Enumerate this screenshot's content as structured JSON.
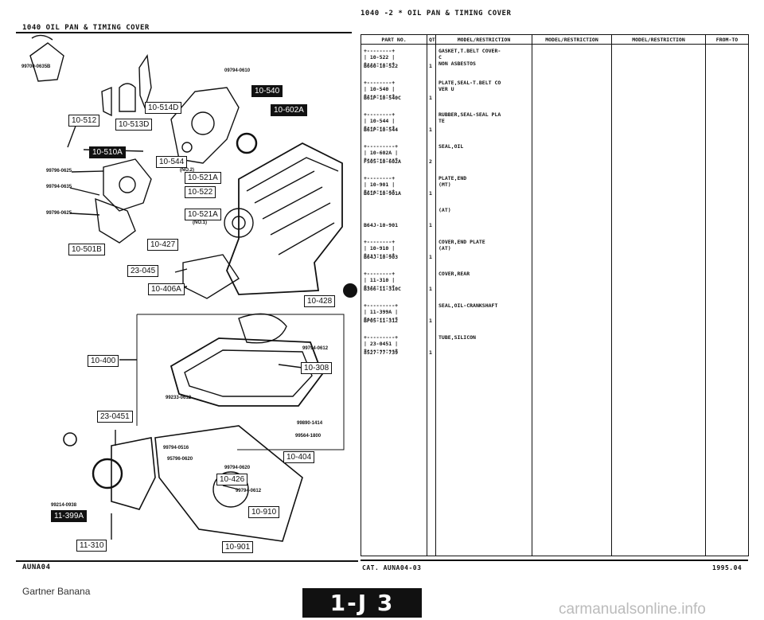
{
  "left_header": "1040    OIL PAN & TIMING COVER",
  "right_header": "1040  -2 *  OIL PAN & TIMING COVER",
  "diagram": {
    "boxed_refs": [
      {
        "id": "r1",
        "text": "10-540",
        "inv": true
      },
      {
        "id": "r2",
        "text": "10-514D",
        "inv": false
      },
      {
        "id": "r3",
        "text": "10-512",
        "inv": false
      },
      {
        "id": "r4",
        "text": "10-513D",
        "inv": false
      },
      {
        "id": "r5",
        "text": "10-602A",
        "inv": true
      },
      {
        "id": "r6",
        "text": "10-510A",
        "inv": true
      },
      {
        "id": "r7",
        "text": "10-544",
        "inv": false
      },
      {
        "id": "r8",
        "text": "10-521A",
        "inv": false
      },
      {
        "id": "r9",
        "text": "10-522",
        "inv": false
      },
      {
        "id": "r10",
        "text": "10-521A",
        "inv": false
      },
      {
        "id": "r11",
        "text": "10-427",
        "inv": false
      },
      {
        "id": "r12",
        "text": "10-501B",
        "inv": false
      },
      {
        "id": "r13",
        "text": "23-045",
        "inv": false
      },
      {
        "id": "r14",
        "text": "10-406A",
        "inv": false
      },
      {
        "id": "r15",
        "text": "10-428",
        "inv": false
      },
      {
        "id": "r16",
        "text": "10-400",
        "inv": false
      },
      {
        "id": "r17",
        "text": "10-308",
        "inv": false
      },
      {
        "id": "r18",
        "text": "23-0451",
        "inv": false
      },
      {
        "id": "r19",
        "text": "10-404",
        "inv": false
      },
      {
        "id": "r20",
        "text": "10-426",
        "inv": false
      },
      {
        "id": "r21",
        "text": "10-910",
        "inv": false
      },
      {
        "id": "r22",
        "text": "11-399A",
        "inv": true
      },
      {
        "id": "r23",
        "text": "11-310",
        "inv": false
      },
      {
        "id": "r24",
        "text": "10-901",
        "inv": false
      }
    ],
    "part_numbers": [
      {
        "id": "p1",
        "text": "99700-0635B"
      },
      {
        "id": "p2",
        "text": "09794-0610"
      },
      {
        "id": "p3",
        "text": "99796-0625"
      },
      {
        "id": "p4",
        "text": "99794-0635"
      },
      {
        "id": "p5",
        "text": "99796-0625"
      },
      {
        "id": "p6",
        "text": "99794-0612"
      },
      {
        "id": "p7",
        "text": "99233-0612"
      },
      {
        "id": "p8",
        "text": "99890-1414"
      },
      {
        "id": "p9",
        "text": "99564-1800"
      },
      {
        "id": "p10",
        "text": "99794-0516"
      },
      {
        "id": "p11",
        "text": "95796-0620"
      },
      {
        "id": "p12",
        "text": "99794-0620"
      },
      {
        "id": "p13",
        "text": "99794-0612"
      },
      {
        "id": "p14",
        "text": "99214-0938"
      }
    ],
    "no2": "(NO.2)",
    "no1": "(NO.1)",
    "code": "AUNA04"
  },
  "table": {
    "headers": [
      "PART NO.",
      "QTY",
      "MODEL/RESTRICTION",
      "MODEL/RESTRICTION",
      "MODEL/RESTRICTION",
      "FROM-TO"
    ],
    "rows": [
      {
        "box": "+--------+\n| 10-522 |\n+--------+",
        "pn": "B660-10-522",
        "qty": "1",
        "desc": "GASKET,T.BELT COVER-\nC\nNON ASBESTOS"
      },
      {
        "box": "+--------+\n| 10-540 |\n+--------+",
        "pn": "B61P-10-540C",
        "qty": "1",
        "desc": "PLATE,SEAL-T.BELT CO\nVER U"
      },
      {
        "box": "+--------+\n| 10-544 |\n+--------+",
        "pn": "B61P-10-544",
        "qty": "1",
        "desc": "RUBBER,SEAL-SEAL PLA\nTE"
      },
      {
        "box": "+---------+\n| 10-602A |\n+---------+",
        "pn": "FS05-10-602A",
        "qty": "2",
        "desc": "SEAL,OIL"
      },
      {
        "box": "+--------+\n| 10-901 |\n+--------+",
        "pn": "B61P-10-901A",
        "qty": "1",
        "desc": "PLATE,END\n(MT)"
      },
      {
        "box": "",
        "pn": "B64J-10-901",
        "qty": "1",
        "desc": "(AT)"
      },
      {
        "box": "+--------+\n| 10-910 |\n+--------+",
        "pn": "B64J-10-903",
        "qty": "1",
        "desc": "COVER,END PLATE\n(AT)"
      },
      {
        "box": "+--------+\n| 11-310 |\n+--------+",
        "pn": "B366-11-310C",
        "qty": "1",
        "desc": "COVER,REAR"
      },
      {
        "box": "+---------+\n| 11-399A |\n+---------+",
        "pn": "BP05-11-312",
        "qty": "1",
        "desc": "SEAL,OIL-CRANKSHAFT"
      },
      {
        "box": "+---------+\n| 23-0451 |\n+---------+",
        "pn": "8527-77-739",
        "qty": "1",
        "desc": "TUBE,SILICON"
      }
    ]
  },
  "footer": {
    "cat": "CAT.  AUNA04-03",
    "date": "1995.04",
    "page": "1-J 3",
    "watermark_left": "Gartner Banana",
    "watermark_right": "carmanualsonline.info"
  }
}
